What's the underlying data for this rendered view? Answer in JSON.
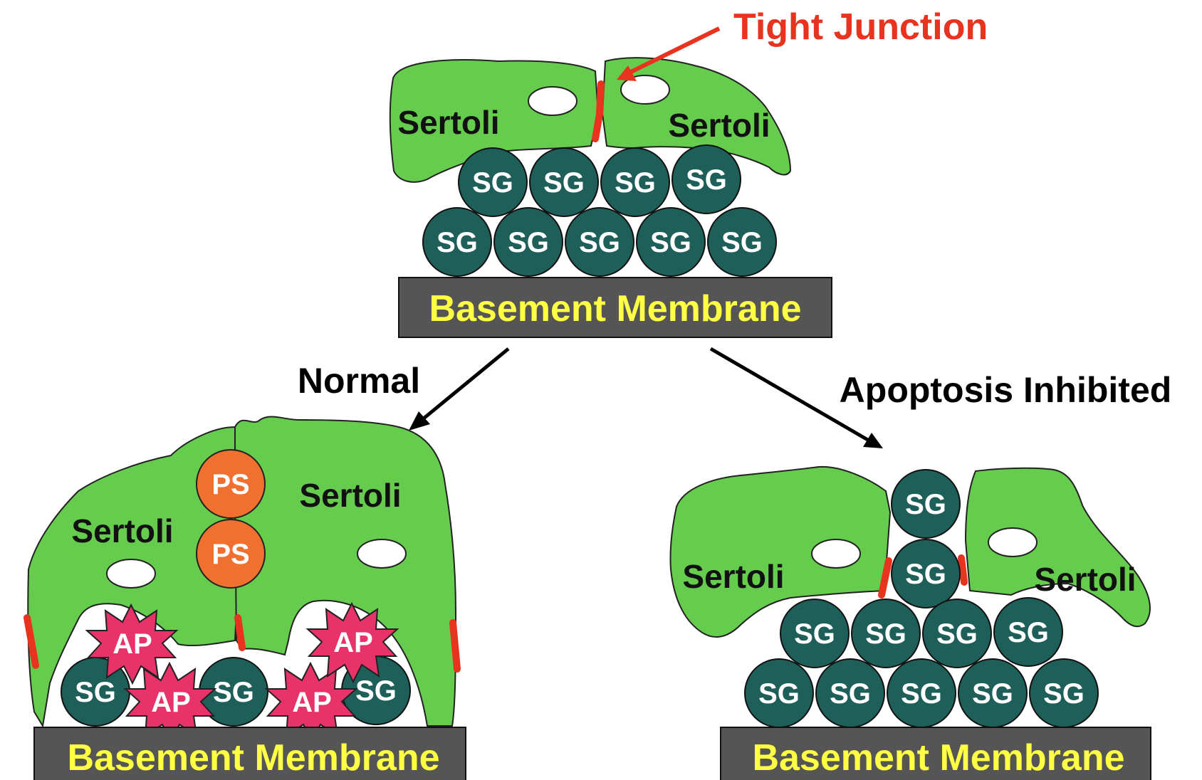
{
  "labels": {
    "tight_junction": "Tight Junction",
    "normal": "Normal",
    "apoptosis_inhibited": "Apoptosis Inhibited",
    "sertoli": "Sertoli",
    "basement_membrane": "Basement Membrane",
    "sg": "SG",
    "ps": "PS",
    "ap": "AP"
  },
  "colors": {
    "sertoli_fill": "#66cc4d",
    "sg_fill": "#1f5f5a",
    "ps_fill": "#f07030",
    "ap_fill": "#e8336a",
    "junction": "#e8331f",
    "membrane_fill": "#555555",
    "membrane_text": "#ffff44"
  }
}
